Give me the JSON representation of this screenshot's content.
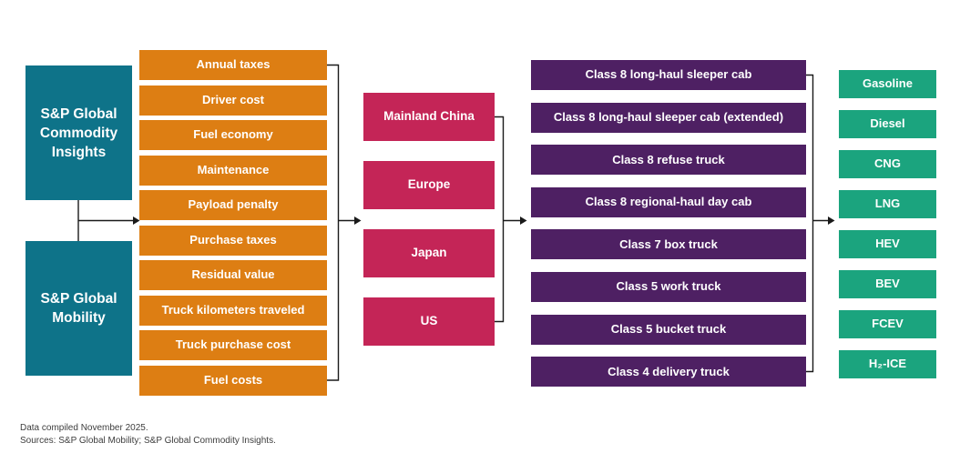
{
  "diagram": {
    "sources": {
      "items": [
        "S&P Global\nCommodity\nInsights",
        "S&P Global\nMobility"
      ]
    },
    "cost_factors": {
      "items": [
        "Annual taxes",
        "Driver cost",
        "Fuel economy",
        "Maintenance",
        "Payload penalty",
        "Purchase taxes",
        "Residual value",
        "Truck kilometers traveled",
        "Truck purchase cost",
        "Fuel costs"
      ]
    },
    "regions": {
      "items": [
        "Mainland China",
        "Europe",
        "Japan",
        "US"
      ]
    },
    "truck_classes": {
      "items": [
        "Class 8 long-haul sleeper cab",
        "Class 8 long-haul sleeper cab (extended)",
        "Class 8 refuse truck",
        "Class 8 regional-haul day cab",
        "Class 7 box truck",
        "Class 5 work truck",
        "Class 5 bucket truck",
        "Class 4 delivery truck"
      ]
    },
    "fuel_types": {
      "items": [
        "Gasoline",
        "Diesel",
        "CNG",
        "LNG",
        "HEV",
        "BEV",
        "FCEV",
        "H₂-ICE"
      ]
    }
  },
  "footer": {
    "line1": "Data compiled November 2025.",
    "line2": "Sources: S&P Global Mobility; S&P Global Commodity Insights."
  },
  "colors": {
    "teal": "#0E7389",
    "orange": "#DD7E13",
    "crimson": "#C42557",
    "purple": "#4E2063",
    "green": "#1BA47E",
    "connector": "#1A1A1A"
  }
}
